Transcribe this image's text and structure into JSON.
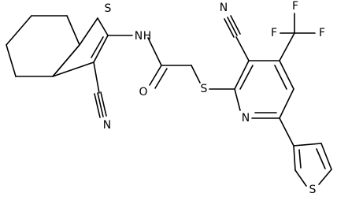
{
  "atoms": {
    "s_bt": "S",
    "n_amide": "N",
    "h_amide": "H",
    "o_amide": "O",
    "s_thioether": "S",
    "n_pyridine": "N",
    "s_thiophene": "S",
    "n_cyano_bt": "N",
    "n_cyano_py": "N",
    "f_top": "F",
    "f_left": "F",
    "f_right": "F"
  }
}
